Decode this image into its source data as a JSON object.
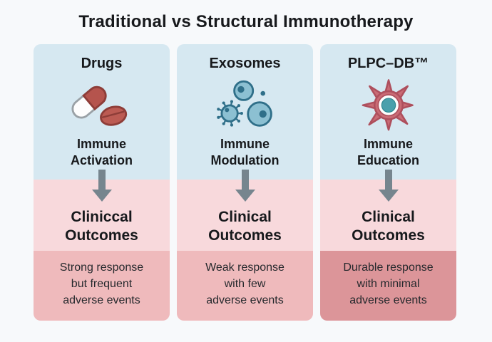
{
  "title": "Traditional vs Structural Immunotherapy",
  "columns": [
    {
      "title": "Drugs",
      "icon": "capsule-tablet-icon",
      "mechanism": "Immune\nActivation",
      "outcome": "Cliniccal\nOutcomes",
      "result": "Strong response\nbut frequent\nadverse events"
    },
    {
      "title": "Exosomes",
      "icon": "exosome-cells-icon",
      "mechanism": "Immune\nModulation",
      "outcome": "Clinical\nOutcomes",
      "result": "Weak response\nwith few\nadverse events"
    },
    {
      "title": "PLPC–DB™",
      "icon": "dendritic-cell-icon",
      "mechanism": "Immune\nEducation",
      "outcome": "Clinical\nOutcomes",
      "result": "Durable response\nwith minimal\nadverse events"
    }
  ],
  "colors": {
    "background": "#f7f9fb",
    "blue_section": "#d6e8f1",
    "pink_section": "#f8d9dc",
    "result_section_light": "#efbabc",
    "result_section_highlight": "#dc9599",
    "arrow": "#76858e",
    "text": "#17191c",
    "capsule_red": "#b5544d",
    "exosome_blue": "#8cc0d2",
    "exosome_stroke": "#2f6f89",
    "dendritic_rose": "#c96b75",
    "dendritic_nucleus": "#49a0ac"
  }
}
